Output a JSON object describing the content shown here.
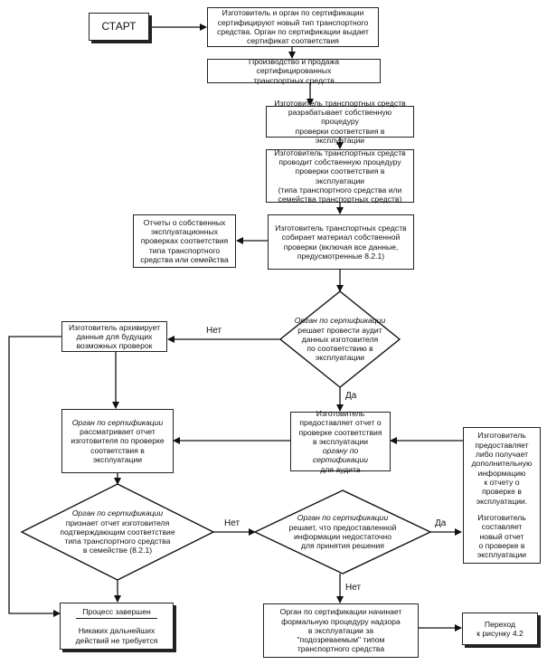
{
  "start": {
    "label": "СТАРТ"
  },
  "step1": {
    "line1": "Изготовитель и орган по сертификации",
    "line2": "сертифицируют новый тип транспортного",
    "line3": "средства. Орган по сертификации выдает",
    "line4": "сертификат соответствия"
  },
  "step2": {
    "line1": "Производство и продажа сертифицированных",
    "line2": "транспортных средств"
  },
  "step3": {
    "line1": "Изготовитель транспортных средств",
    "line2": "разрабатывает собственную процедуру",
    "line3": "проверки соответствия в эксплуатации"
  },
  "step4": {
    "line1": "Изготовитель транспортных средств",
    "line2": "проводит собственную процедуру",
    "line3": "проверки соответствия в эксплуатации",
    "line4": "(типа транспортного средства или",
    "line5": "семейства транспортных средств)"
  },
  "step5": {
    "line1": "Изготовитель транспортных средств",
    "line2": "собирает материал собственной",
    "line3": "проверки (включая все данные,",
    "line4": "предусмотренные 8.2.1)"
  },
  "reports": {
    "line1": "Отчеты о собственных",
    "line2": "эксплуатационных",
    "line3": "проверках соответствия",
    "line4": "типа транспортного",
    "line5": "средства или семейства"
  },
  "decision1": {
    "line1": "Орган по сертификации",
    "line2": "решает провести аудит",
    "line3": "данных изготовителя",
    "line4": "по соответствию в",
    "line5": "эксплуатации"
  },
  "archive": {
    "line1": "Изготовитель архивирует",
    "line2": "данные для будущих",
    "line3": "возможных проверок"
  },
  "provide": {
    "line1": "Изготовитель",
    "line2": "предоставляет отчет о",
    "line3": "проверке соответствия",
    "line4": "в эксплуатации",
    "line5": "органу по сертификации",
    "line6": "для аудита"
  },
  "review": {
    "line1": "Орган по сертификации",
    "line2": "рассматривает отчет",
    "line3": "изготовителя по проверке",
    "line4": "соответствия в",
    "line5": "эксплуатации"
  },
  "extra": {
    "line1": "Изготовитель",
    "line2": "предоставляет",
    "line3": "либо получает",
    "line4": "дополнительную",
    "line5": "информацию",
    "line6": "к отчету о",
    "line7": "проверке в",
    "line8": "эксплуатации.",
    "line9": "Изготовитель",
    "line10": "составляет",
    "line11": "новый отчет",
    "line12": "о проверке в",
    "line13": "эксплуатации"
  },
  "decision2": {
    "line1": "Орган по сертификации",
    "line2": "признает отчет изготовителя",
    "line3": "подтверждающим соответствие",
    "line4": "типа транспортного средства",
    "line5": "в семействе (8.2.1)"
  },
  "decision3": {
    "line1": "Орган по сертификации",
    "line2": "решает, что предоставленной",
    "line3": "информации недостаточно",
    "line4": "для принятия решения"
  },
  "finished": {
    "title": "Процесс завершен",
    "line1": "Никаких дальнейших",
    "line2": "действий не требуется"
  },
  "formal": {
    "line1": "Орган по сертификации начинает",
    "line2": "формальную процедуру надзора",
    "line3": "в эксплуатации за",
    "line4": "\"подозреваемым\" типом",
    "line5": "транспортного средства"
  },
  "goto": {
    "line1": "Переход",
    "line2": "к рисунку 4.2"
  },
  "labels": {
    "no1": "Нет",
    "yes1": "Да",
    "no2": "Нет",
    "yes2": "Да",
    "no3": "Нет"
  }
}
